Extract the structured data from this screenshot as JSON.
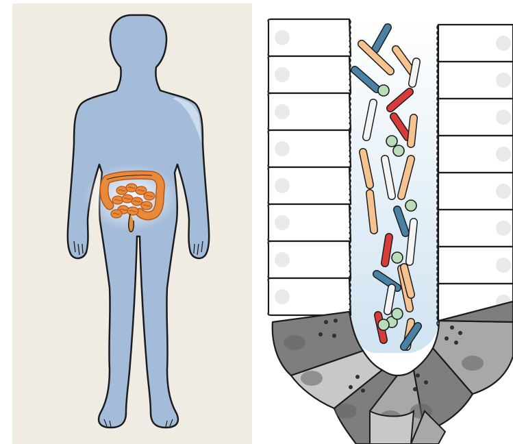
{
  "figure": {
    "left_panel": {
      "subject": "human-body",
      "organ": "intestines",
      "colors": {
        "background": "#f0ece3",
        "body_fill": "#a3bcd9",
        "body_highlight": "#d7e3f0",
        "outline": "#1b1b1b",
        "intestine_fill": "#e9893a",
        "intestine_dark": "#b4561a",
        "glow": "#ffffff"
      }
    },
    "right_panel": {
      "subject": "intestinal-crypt",
      "colors": {
        "lumen_gradient_top": "#ffffff",
        "lumen_gradient_bottom": "#cfe3f1",
        "epithelial_cell_fill": "#ffffff",
        "epithelial_nucleus": "#e9e9e9",
        "base_cell_dark": "#7e7e7e",
        "base_cell_mid": "#a8a8a8",
        "base_cell_light": "#c8c8c8",
        "base_nucleus": "#636363",
        "granule": "#2f2f2f",
        "outline": "#1b1b1b"
      },
      "bacteria_colors": {
        "blue": "#4a82a6",
        "orange": "#f5c38f",
        "red": "#d93a3a",
        "white": "#f4f4f4",
        "green": "#b9ddb9"
      }
    }
  }
}
